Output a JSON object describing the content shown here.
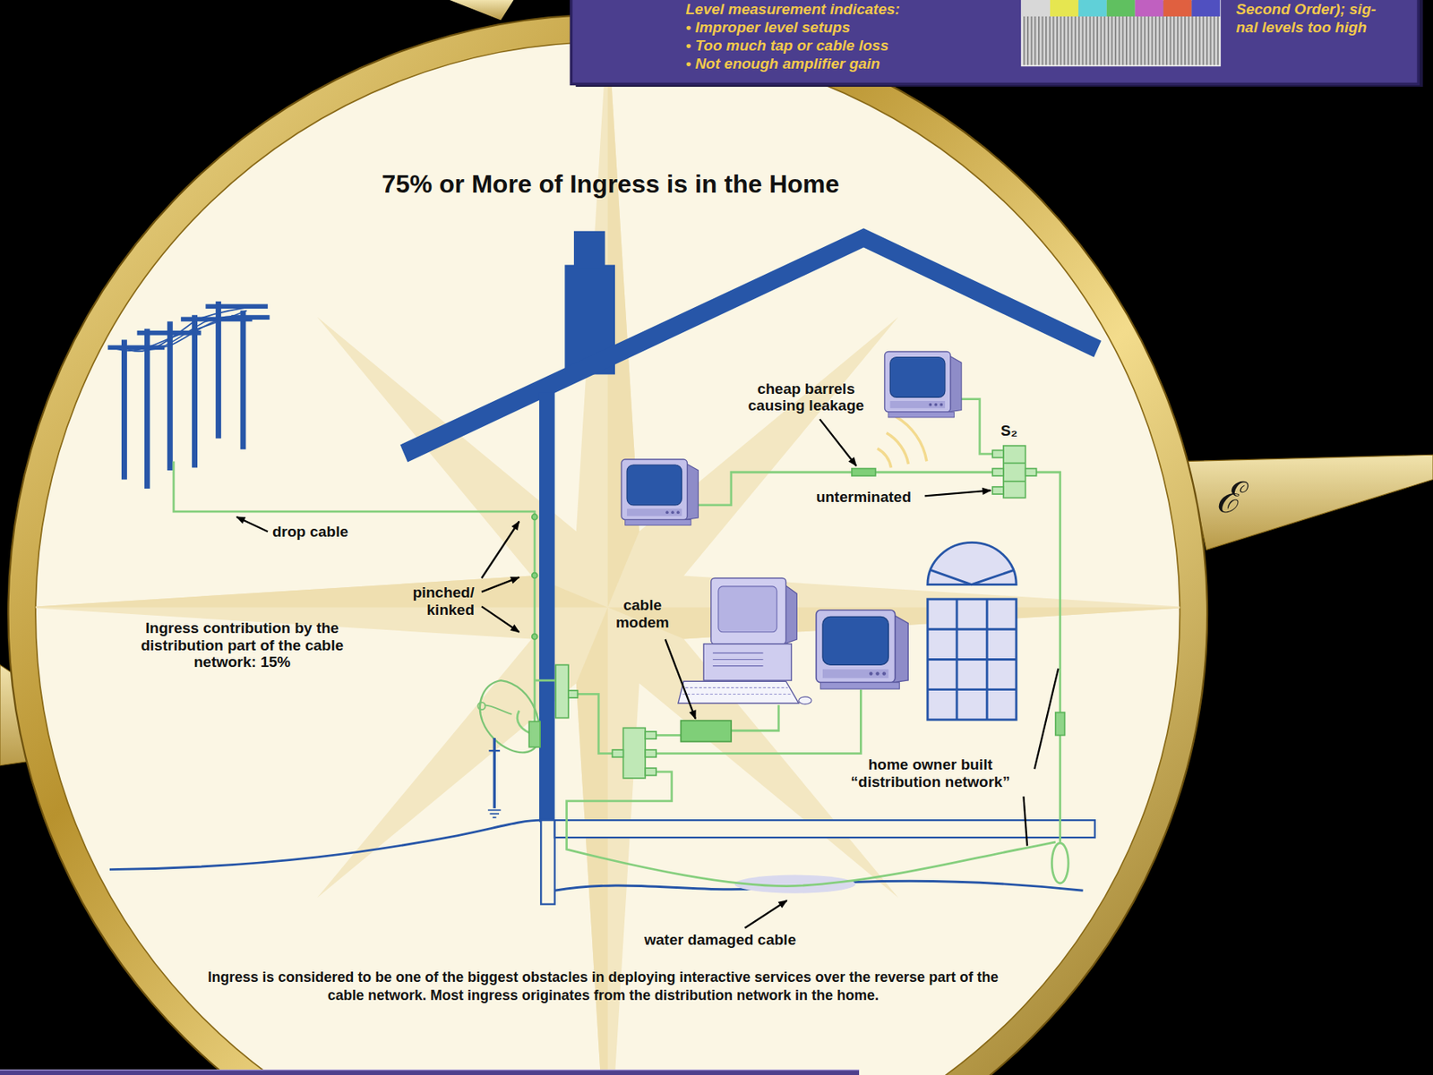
{
  "diagram": {
    "title": "75% or More of Ingress is in the Home",
    "caption": "Ingress is considered to be one of the biggest obstacles in deploying interactive services over the reverse part of the cable network. Most ingress originates from the distribution network in the home.",
    "nodes": [
      {
        "text": [
          "Level measurement indicates:",
          "• Improper level setups",
          "• Too much tap or cable loss",
          "• Not enough amplifier gain",
          "Second Order); sig- nal levels too high"
        ]
      }
    ],
    "labels": [
      "ℰ",
      "drop cable",
      "pinched/ kinked",
      "Ingress contribution by the distribution part of the cable network: 15%",
      "cable modem",
      "cheap barrels causing leakage",
      "unterminated",
      "S₂",
      "home owner built “distribution network”",
      "water damaged cable"
    ]
  }
}
